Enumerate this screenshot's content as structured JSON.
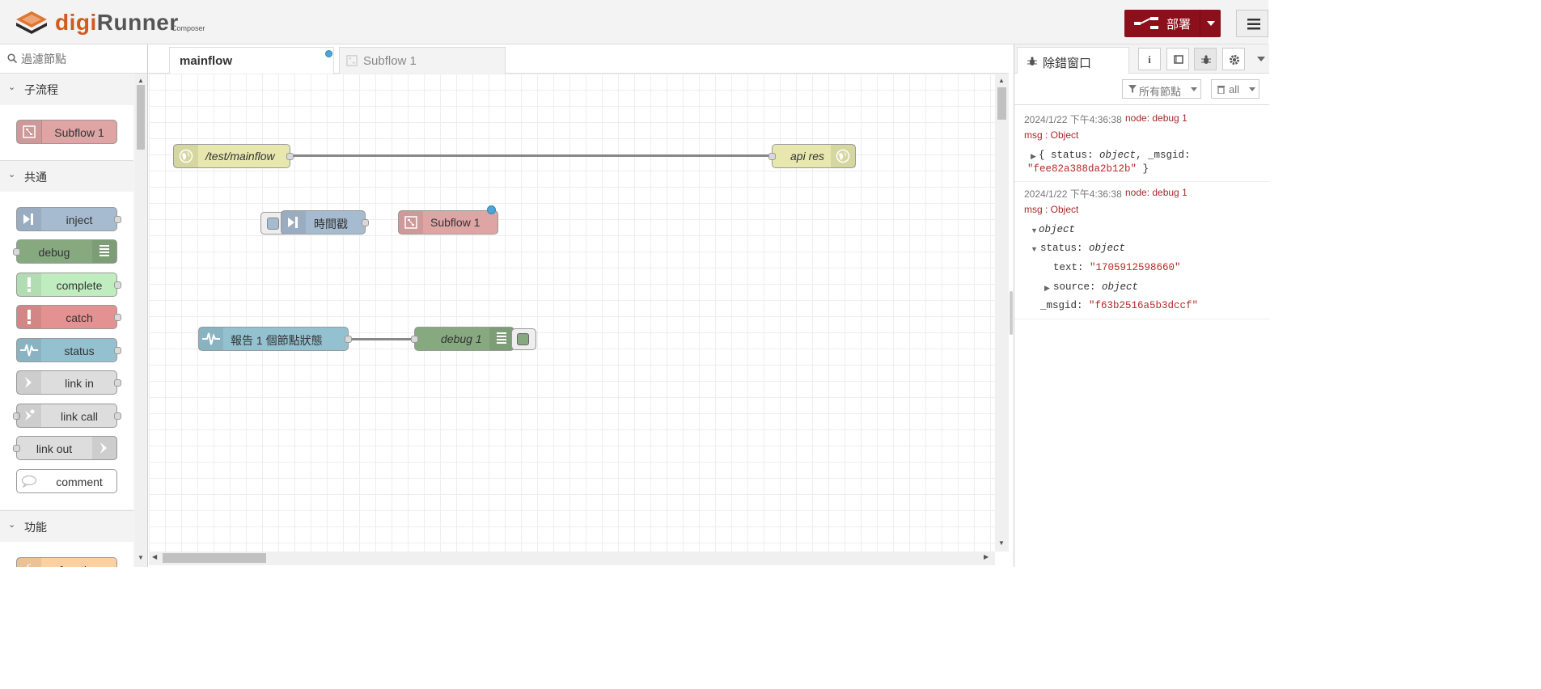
{
  "header": {
    "logo_main": "digi",
    "logo_main2": "Runner",
    "logo_sub": "Composer",
    "deploy_label": "部署"
  },
  "palette": {
    "search_placeholder": "過濾節點",
    "categories": [
      {
        "label": "子流程",
        "nodes": [
          {
            "label": "Subflow 1"
          }
        ]
      },
      {
        "label": "共通",
        "nodes": [
          {
            "label": "inject"
          },
          {
            "label": "debug"
          },
          {
            "label": "complete"
          },
          {
            "label": "catch"
          },
          {
            "label": "status"
          },
          {
            "label": "link in"
          },
          {
            "label": "link call"
          },
          {
            "label": "link out"
          },
          {
            "label": "comment"
          }
        ]
      },
      {
        "label": "功能",
        "nodes": [
          {
            "label": "function"
          }
        ]
      }
    ]
  },
  "workspace": {
    "tabs": [
      {
        "label": "mainflow"
      },
      {
        "label": "Subflow 1"
      }
    ],
    "nodes": {
      "http_in": "/test/mainflow",
      "http_response": "api res",
      "inject": "時間戳",
      "subflow": "Subflow 1",
      "status": "報告 1 個節點狀態",
      "debug": "debug 1"
    }
  },
  "sidebar": {
    "tab_label": "除錯窗口",
    "filter_label": "所有節點",
    "clear_label": "all",
    "messages": [
      {
        "timestamp": "2024/1/22 下午4:36:38",
        "node": "node: debug 1",
        "type": "msg : Object",
        "line1_a": "{ status: ",
        "line1_b": "object",
        "line1_c": ", _msgid:",
        "line2": "\"fee82a388da2b12b\"",
        "line2_end": " }"
      },
      {
        "timestamp": "2024/1/22 下午4:36:38",
        "node": "node: debug 1",
        "type": "msg : Object",
        "root": "object",
        "status_key": "status: ",
        "status_val": "object",
        "text_key": "text: ",
        "text_val": "\"1705912598660\"",
        "source_key": "source: ",
        "source_val": "object",
        "msgid_key": "_msgid: ",
        "msgid_val": "\"f63b2516a5b3dccf\""
      }
    ]
  },
  "colors": {
    "deploy_bg": "#8c101c",
    "http_node": "#e7e7ae",
    "inject_node": "#a6bbcf",
    "debug_node": "#87a980",
    "complete_node": "#c0edc0",
    "catch_node": "#e49191",
    "status_node": "#94c1d0",
    "link_node": "#dddddd",
    "subflow_node": "#dea5a4",
    "function_node": "#fdd0a2"
  }
}
